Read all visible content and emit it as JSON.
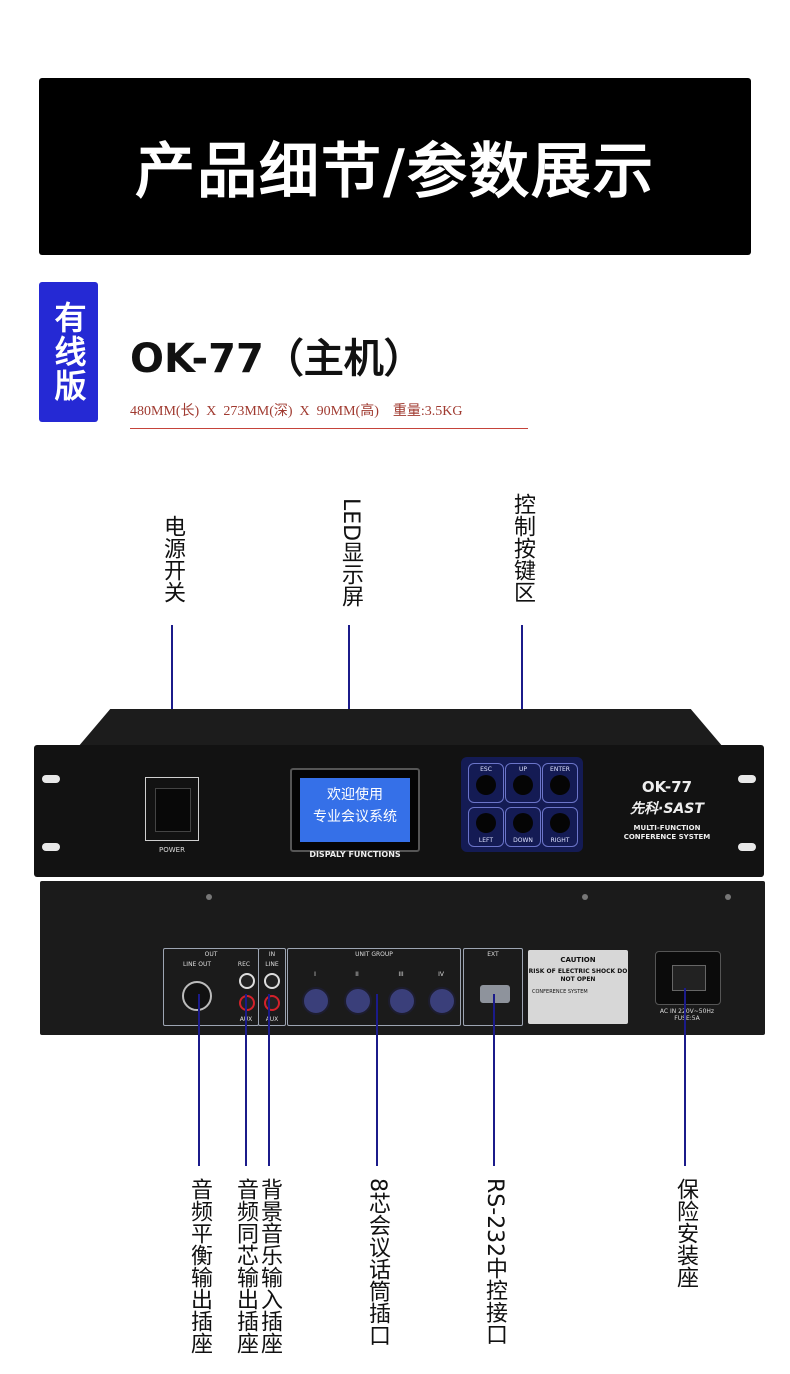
{
  "banner": {
    "title": "产品细节/参数展示"
  },
  "badge": {
    "text": "有线版"
  },
  "product": {
    "model": "OK-77（主机）",
    "spec": "480MM(长)  X  273MM(深)  X  90MM(高)    重量:3.5KG"
  },
  "labels": {
    "power_switch": "电源开关",
    "led_display": "LED显示屏",
    "control_keys": "控制按键区",
    "balanced_out": "音频平衡输出插座",
    "coaxial_out": "音频同芯输出插座",
    "bg_music_in": "背景音乐输入插座",
    "mic_port": "8芯会议话筒插口",
    "rs232": "RS-232中控接口",
    "fuse": "保险安装座"
  },
  "front_panel": {
    "power_label": "POWER",
    "lcd_line1": "欢迎使用",
    "lcd_line2": "专业会议系统",
    "lcd_caption": "DISPALY FUNCTIONS",
    "keys": {
      "esc": "ESC",
      "up": "UP",
      "enter": "ENTER",
      "left": "LEFT",
      "down": "DOWN",
      "right": "RIGHT"
    },
    "brand_model": "OK-77",
    "brand_logo": "先科·SAST",
    "brand_desc_1": "MULTI-FUNCTION",
    "brand_desc_2": "CONFERENCE SYSTEM"
  },
  "rear_panel": {
    "out_title": "OUT",
    "line_out": "LINE OUT",
    "rec": "REC",
    "aux1": "AUX",
    "in_title": "IN",
    "line": "LINE",
    "aux2": "AUX",
    "unit_group": "UNIT GROUP",
    "unit_numbers": [
      "I",
      "II",
      "III",
      "IV"
    ],
    "ext": "EXT",
    "caution_title": "CAUTION",
    "caution_sub": "RISK OF ELECTRIC SHOCK DO NOT OPEN",
    "caution_system": "CONFERENCE SYSTEM",
    "ac_label": "AC IN 220V~50Hz FUSE:5A"
  },
  "colors": {
    "banner_bg": "#000000",
    "badge_bg": "#2529d4",
    "spec_text": "#a03a30",
    "callout_line": "#1b1b8a",
    "lcd_screen": "#3570e8"
  }
}
